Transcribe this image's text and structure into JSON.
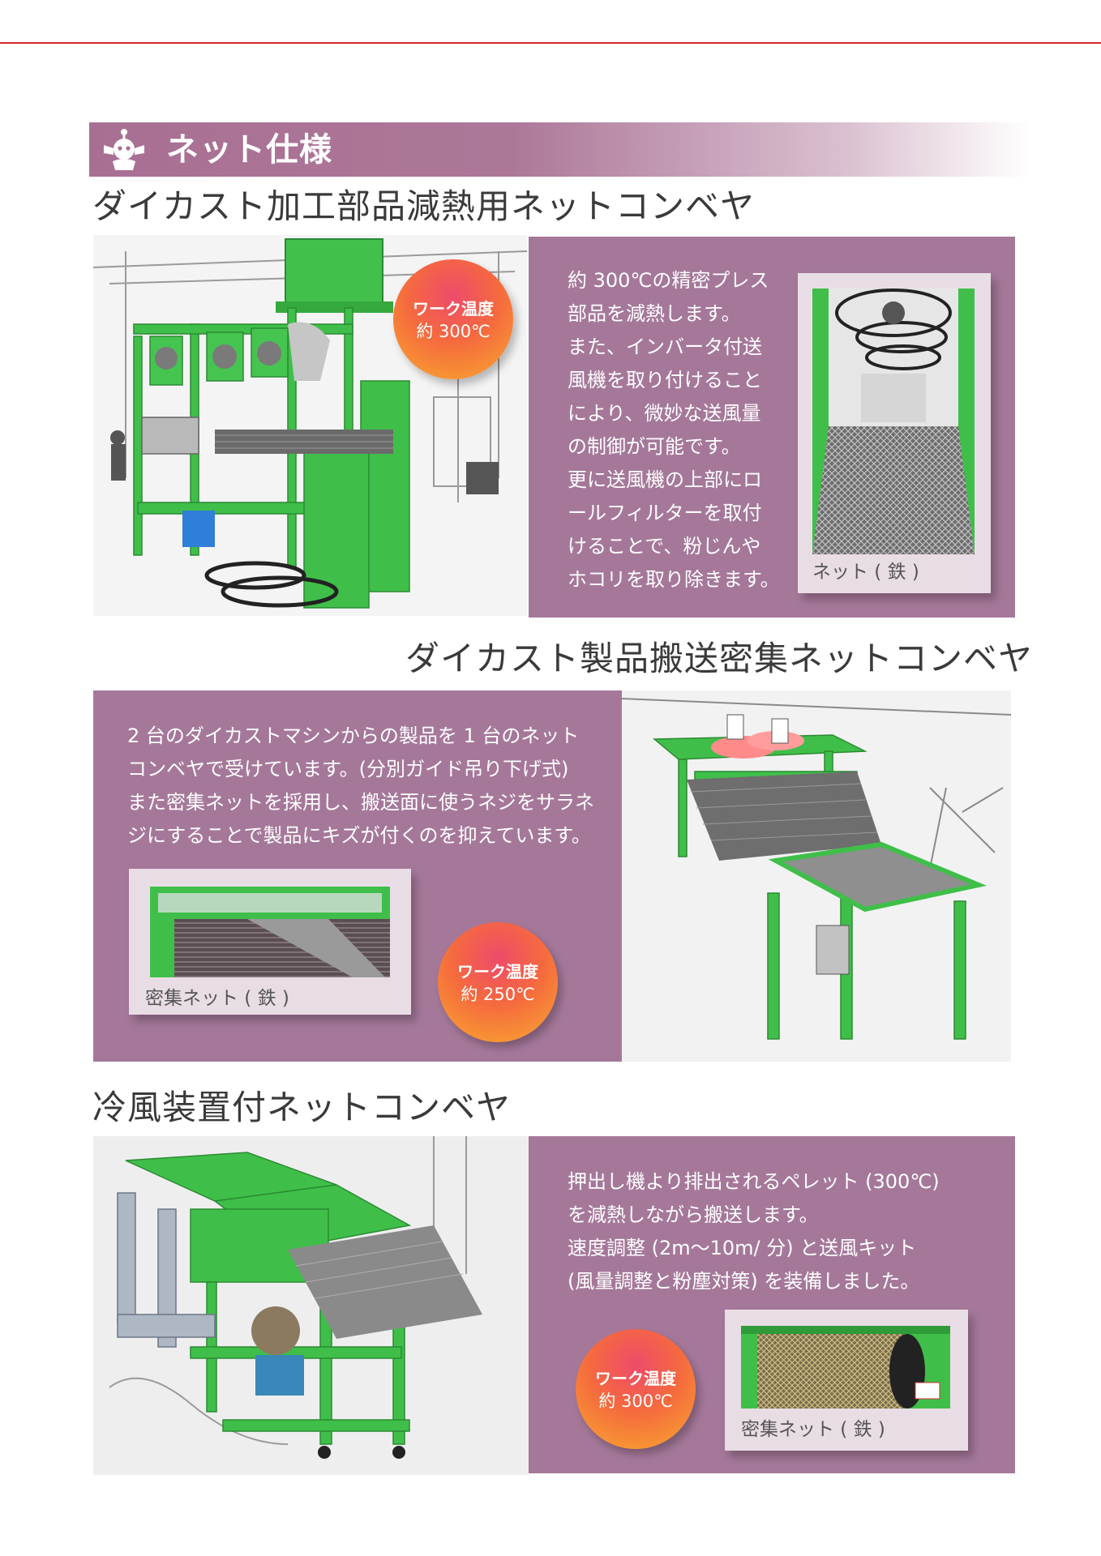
{
  "header": {
    "title": "ネット仕様",
    "icon": "robot-mascot-icon"
  },
  "colors": {
    "accent_rule": "#d42a2a",
    "panel": "#a5789a",
    "header_start": "#a86f93",
    "machine_green": "#3ec14b",
    "badge_gradient": [
      "#ee4b6a",
      "#f9a92e"
    ]
  },
  "sections": [
    {
      "title": "ダイカスト加工部品減熱用ネットコンベヤ",
      "temperature": {
        "label": "ワーク温度",
        "value": "約 300℃"
      },
      "description": "約 300℃の精密プレス\n部品を減熱します。\nまた、インバータ付送\n風機を取り付けること\nにより、微妙な送風量\nの制御が可能です。\n更に送風機の上部にロ\nールフィルターを取付\nけることで、粉じんや\nホコリを取り除きます。",
      "inset_caption": "ネット ( 鉄 )"
    },
    {
      "title": "ダイカスト製品搬送密集ネットコンベヤ",
      "temperature": {
        "label": "ワーク温度",
        "value": "約 250℃"
      },
      "description": "2 台のダイカストマシンからの製品を 1 台のネット\nコンベヤで受けています。(分別ガイド吊り下げ式)\nまた密集ネットを採用し、搬送面に使うネジをサラネ\nジにすることで製品にキズが付くのを抑えています。",
      "inset_caption": "密集ネット ( 鉄 )"
    },
    {
      "title": "冷風装置付ネットコンベヤ",
      "temperature": {
        "label": "ワーク温度",
        "value": "約 300℃"
      },
      "description": "押出し機より排出されるペレット (300℃)\nを減熱しながら搬送します。\n速度調整 (2m〜10m/ 分) と送風キット\n(風量調整と粉塵対策) を装備しました。",
      "inset_caption": "密集ネット ( 鉄 )"
    }
  ]
}
